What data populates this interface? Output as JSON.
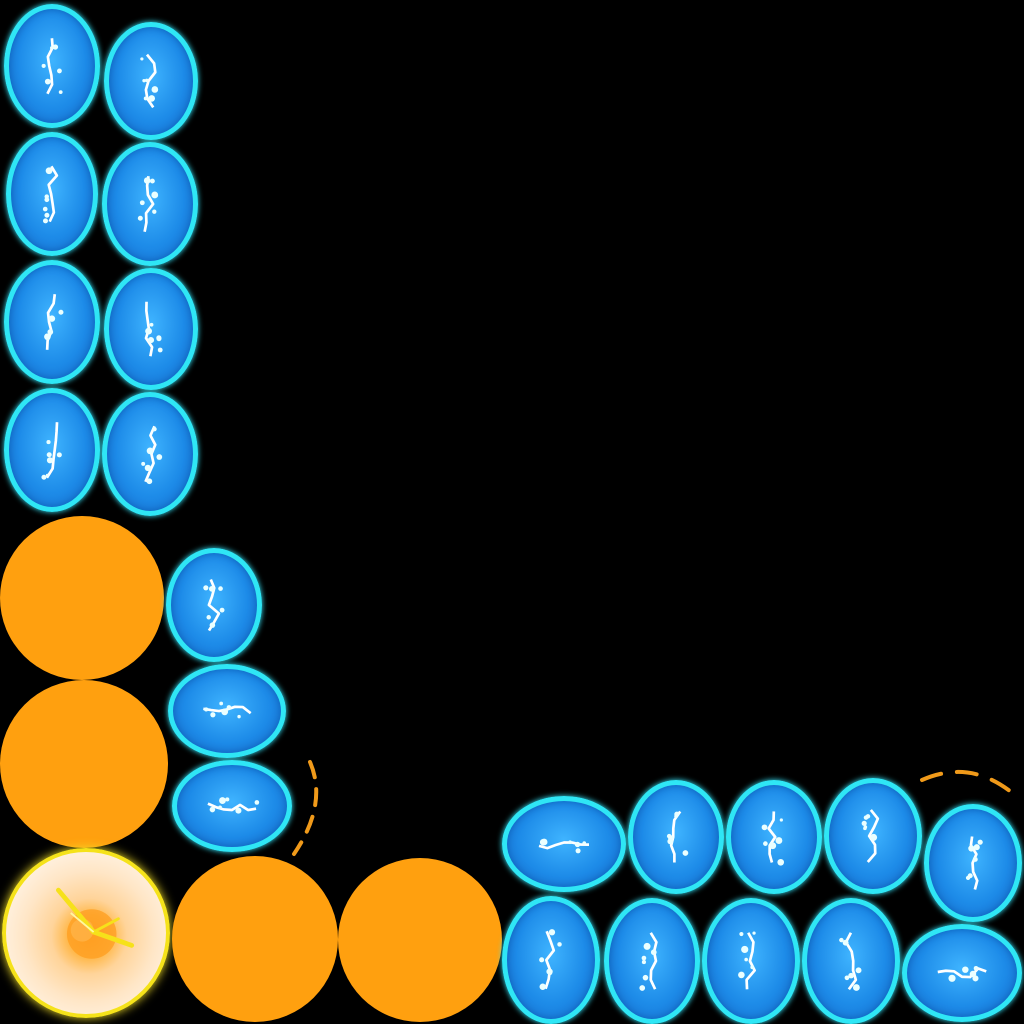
{
  "game": {
    "board_background": "#000000",
    "colors": {
      "blue_egg": "#1d8be8",
      "blue_egg_rim": "#2fe6f5",
      "orange_orb": "#ffa00f",
      "glowing_orb_rim": "#f5e21a",
      "target_marker": "#f09a1a"
    },
    "pieces": [
      {
        "type": "blue-egg",
        "row": 0,
        "col": 0
      },
      {
        "type": "blue-egg",
        "row": 0,
        "col": 1
      },
      {
        "type": "blue-egg",
        "row": 1,
        "col": 0
      },
      {
        "type": "blue-egg",
        "row": 1,
        "col": 1
      },
      {
        "type": "blue-egg",
        "row": 2,
        "col": 0
      },
      {
        "type": "blue-egg",
        "row": 2,
        "col": 1
      },
      {
        "type": "blue-egg",
        "row": 3,
        "col": 0
      },
      {
        "type": "blue-egg",
        "row": 3,
        "col": 1
      },
      {
        "type": "orange-orb",
        "row": 4,
        "col": 0
      },
      {
        "type": "blue-egg",
        "row": 4,
        "col": 1
      },
      {
        "type": "orange-orb",
        "row": 5,
        "col": 0
      },
      {
        "type": "blue-egg",
        "row": 5,
        "col": 1
      },
      {
        "type": "blue-egg",
        "row": 6,
        "col": 1
      },
      {
        "type": "glowing-orb",
        "row": 7,
        "col": 0,
        "state": "selected"
      },
      {
        "type": "orange-orb",
        "row": 7,
        "col": 1
      },
      {
        "type": "orange-orb",
        "row": 7,
        "col": 2
      },
      {
        "type": "blue-egg",
        "row": 6,
        "col": 3
      },
      {
        "type": "blue-egg",
        "row": 6,
        "col": 4
      },
      {
        "type": "blue-egg",
        "row": 6,
        "col": 5
      },
      {
        "type": "blue-egg",
        "row": 6,
        "col": 6
      },
      {
        "type": "blue-egg",
        "row": 6,
        "col": 7
      },
      {
        "type": "blue-egg",
        "row": 7,
        "col": 3
      },
      {
        "type": "blue-egg",
        "row": 7,
        "col": 4
      },
      {
        "type": "blue-egg",
        "row": 7,
        "col": 5
      },
      {
        "type": "blue-egg",
        "row": 7,
        "col": 6
      },
      {
        "type": "blue-egg",
        "row": 7,
        "col": 7
      }
    ],
    "target_markers": [
      {
        "name": "dashed-arc-marker-left",
        "near_row": 6,
        "near_col": 2
      },
      {
        "name": "dashed-arc-marker-right",
        "near_row": 6,
        "near_col": 7
      }
    ]
  }
}
